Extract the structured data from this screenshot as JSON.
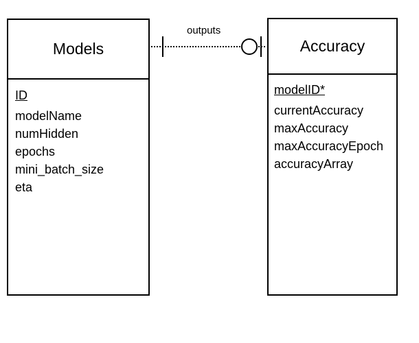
{
  "relationship": {
    "label": "outputs",
    "from": "Models",
    "to": "Accuracy",
    "from_cardinality": "one",
    "to_cardinality": "zero-or-one"
  },
  "entities": {
    "models": {
      "title": "Models",
      "primary_key": "ID",
      "attributes": [
        "modelName",
        "numHidden",
        "epochs",
        "mini_batch_size",
        "eta"
      ]
    },
    "accuracy": {
      "title": "Accuracy",
      "primary_key": "modelID*",
      "attributes": [
        "currentAccuracy",
        "maxAccuracy",
        "maxAccuracyEpoch",
        "accuracyArray"
      ]
    }
  }
}
